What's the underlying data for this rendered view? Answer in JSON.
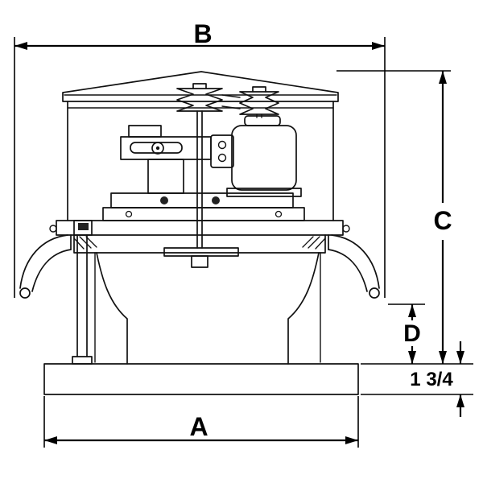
{
  "figure": {
    "background": "#ffffff",
    "line_color": "#111111",
    "dimension_color": "#000000"
  },
  "dimensions": {
    "top_width": {
      "label": "B"
    },
    "overall_height": {
      "label": "C"
    },
    "lower_height": {
      "label": "D"
    },
    "base_width": {
      "label": "A"
    },
    "base_thickness": {
      "label": "1 3/4"
    }
  }
}
